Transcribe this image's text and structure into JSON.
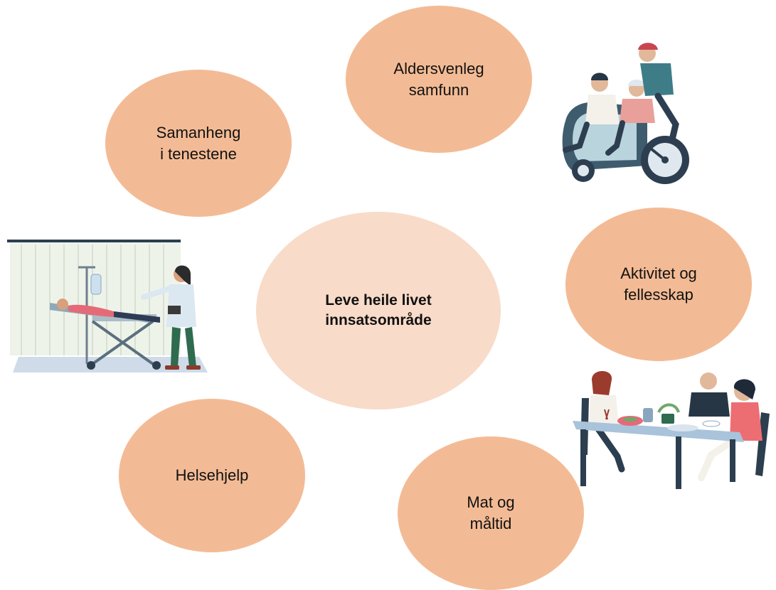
{
  "colors": {
    "bubble": "#f3bb95",
    "center_bubble": "#f8dbc8"
  },
  "center": {
    "text": "Leve heile livet\ninnsatsområde"
  },
  "topics": [
    {
      "id": "samanheng",
      "text": "Samanheng\ni tenestene"
    },
    {
      "id": "aldersvenleg",
      "text": "Aldersvenleg\nsamfunn"
    },
    {
      "id": "aktivitet",
      "text": "Aktivitet og\nfellesskap"
    },
    {
      "id": "mat",
      "text": "Mat og\nmåltid"
    },
    {
      "id": "helsehjelp",
      "text": "Helsehjelp"
    }
  ],
  "illustrations": [
    {
      "id": "hospital",
      "icon": "hospital-bed-icon"
    },
    {
      "id": "bike",
      "icon": "rickshaw-bike-icon"
    },
    {
      "id": "dinner",
      "icon": "dinner-table-icon"
    }
  ]
}
